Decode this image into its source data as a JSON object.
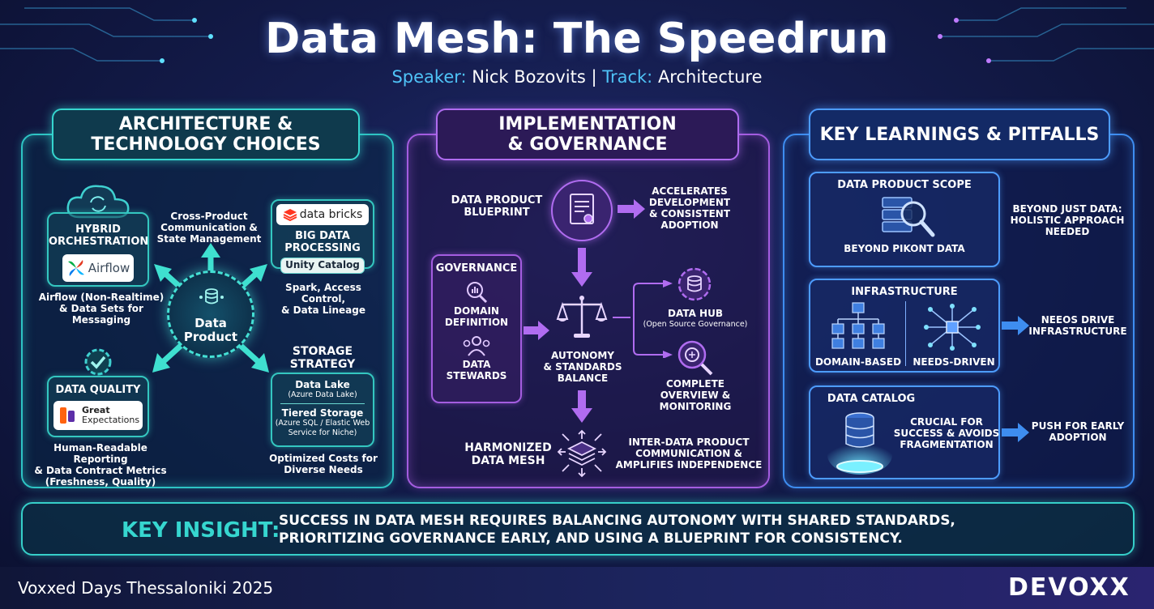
{
  "header": {
    "title": "Data Mesh: The Speedrun",
    "speaker_key": "Speaker:",
    "speaker_value": "Nick Bozovits |",
    "track_key": "Track:",
    "track_value": "Architecture"
  },
  "panel_arch": {
    "title_line1": "ARCHITECTURE &",
    "title_line2": "TECHNOLOGY CHOICES",
    "hybrid_line1": "HYBRID",
    "hybrid_line2": "ORCHESTRATION",
    "airflow_logo": "Airflow",
    "airflow_desc_line1": "Airflow (Non-Realtime)",
    "airflow_desc_line2": "& Data Sets for Messaging",
    "cross_line1": "Cross-Product",
    "cross_line2": "Communication &",
    "cross_line3": "State Management",
    "databricks_logo": "data bricks",
    "bigdata_line1": "BIG DATA",
    "bigdata_line2": "PROCESSING",
    "unity": "Unity Catalog",
    "spark_line1": "Spark, Access Control,",
    "spark_line2": "& Data Lineage",
    "center_line1": "Data",
    "center_line2": "Product",
    "quality": "DATA QUALITY",
    "ge_line1": "Great",
    "ge_line2": "Expectations",
    "quality_desc_line1": "Human-Readable Reporting",
    "quality_desc_line2": "& Data Contract Metrics",
    "quality_desc_line3": "(Freshness, Quality)",
    "storage_line1": "STORAGE",
    "storage_line2": "STRATEGY",
    "lake": "Data Lake",
    "lake_sub": "(Azure Data Lake)",
    "tiered": "Tiered Storage",
    "tiered_sub1": "(Azure SQL / Elastic Web",
    "tiered_sub2": "Service for Niche)",
    "optimized_line1": "Optimized Costs for",
    "optimized_line2": "Diverse Needs"
  },
  "panel_impl": {
    "title_line1": "IMPLEMENTATION",
    "title_line2": "& GOVERNANCE",
    "blueprint_line1": "DATA PRODUCT",
    "blueprint_line2": "BLUEPRINT",
    "accel_line1": "ACCELERATES",
    "accel_line2": "DEVELOPMENT",
    "accel_line3": "& CONSISTENT",
    "accel_line4": "ADOPTION",
    "governance": "GOVERNANCE",
    "domain_line1": "DOMAIN",
    "domain_line2": "DEFINITION",
    "stewards_line1": "DATA",
    "stewards_line2": "STEWARDS",
    "autonomy_line1": "AUTONOMY",
    "autonomy_line2": "& STANDARDS",
    "autonomy_line3": "BALANCE",
    "hub": "DATA HUB",
    "hub_sub": "(Open Source Governance)",
    "overview_line1": "COMPLETE",
    "overview_line2": "OVERVIEW &",
    "overview_line3": "MONITORING",
    "mesh_line1": "HARMONIZED",
    "mesh_line2": "DATA MESH",
    "inter_line1": "INTER-DATA PRODUCT",
    "inter_line2": "COMMUNICATION &",
    "inter_line3": "AMPLIFIES INDEPENDENCE"
  },
  "panel_learn": {
    "title": "KEY LEARNINGS & PITFALLS",
    "scope": "DATA PRODUCT SCOPE",
    "scope_caption": "BEYOND PIKONT DATA",
    "beyond_line1": "BEYOND JUST DATA:",
    "beyond_line2": "HOLISTIC APPROACH",
    "beyond_line3": "NEEDED",
    "infra": "INFRASTRUCTURE",
    "domain_based": "DOMAIN-BASED",
    "needs_driven": "NEEDS-DRIVEN",
    "needs_line1": "NEEOS DRIVE",
    "needs_line2": "INFRASTRUCTURE",
    "catalog": "DATA CATALOG",
    "crucial_line1": "CRUCIAL FOR",
    "crucial_line2": "SUCCESS & AVOIDS",
    "crucial_line3": "FRAGMENTATION",
    "push_line1": "PUSH FOR EARLY",
    "push_line2": "ADOPTION"
  },
  "insight": {
    "label": "KEY INSIGHT:",
    "line1": "SUCCESS IN DATA MESH REQUIRES BALANCING AUTONOMY WITH SHARED STANDARDS,",
    "line2": "PRIORITIZING GOVERNANCE EARLY, AND USING A BLUEPRINT FOR CONSISTENCY."
  },
  "footer": {
    "event": "Voxxed Days Thessaloniki 2025",
    "brand": "DEVOXX"
  },
  "colors": {
    "teal": "#2ec4c4",
    "purple": "#a45de0",
    "blue": "#3e8df0",
    "insight_label": "#36d6cf"
  }
}
